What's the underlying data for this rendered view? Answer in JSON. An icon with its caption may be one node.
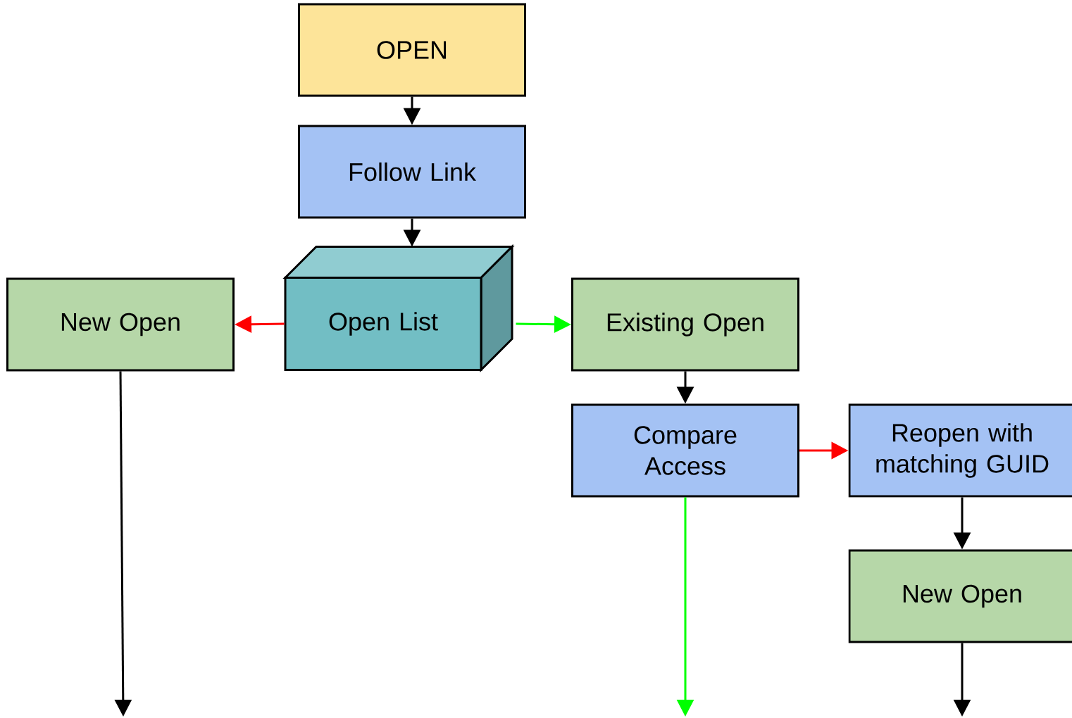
{
  "diagram": {
    "nodes": [
      {
        "text": [
          "OPEN"
        ]
      },
      {
        "text": [
          "Follow Link"
        ]
      },
      {
        "text": [
          "Open List"
        ]
      },
      {
        "text": [
          "New Open"
        ]
      },
      {
        "text": [
          "Existing Open"
        ]
      },
      {
        "text": [
          "Compare Access"
        ]
      },
      {
        "text": [
          "Reopen with matching GUID"
        ]
      },
      {
        "text": [
          "New Open"
        ]
      }
    ],
    "edges": [
      {
        "from": 0,
        "to": 1,
        "arrow": "to"
      },
      {
        "from": 1,
        "to": 2,
        "arrow": "to"
      },
      {
        "from": 2,
        "to": 3,
        "arrow": "to",
        "color": "#ff0000"
      },
      {
        "from": 2,
        "to": 4,
        "arrow": "to",
        "color": "#00ff00"
      },
      {
        "from": 4,
        "to": 5,
        "arrow": "to"
      },
      {
        "from": 5,
        "to": 6,
        "arrow": "to",
        "color": "#ff0000"
      },
      {
        "from": 6,
        "to": 7,
        "arrow": "to"
      },
      {
        "from": 3,
        "to": null,
        "arrow": "to"
      },
      {
        "from": 5,
        "to": null,
        "arrow": "to",
        "color": "#00ff00"
      },
      {
        "from": 7,
        "to": null,
        "arrow": "to"
      }
    ]
  }
}
